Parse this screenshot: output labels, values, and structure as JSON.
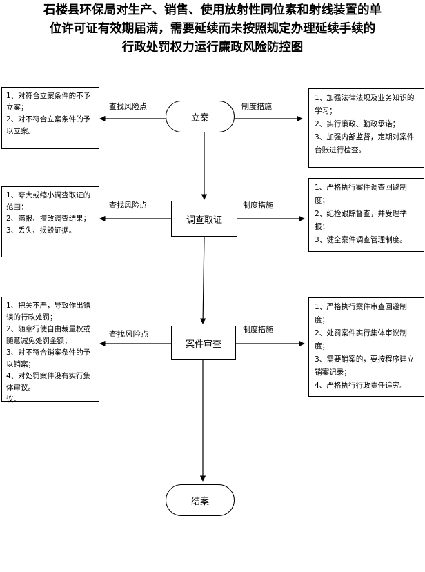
{
  "title": {
    "lines": [
      "石楼县环保局对生产、销售、使用放射性同位素和射线装置的单",
      "位许可证有效期届满，需要延续而未按照规定办理延续手续的",
      "行政处罚权力运行廉政风险防控图"
    ]
  },
  "nodes": {
    "start": "立案",
    "investigate": "调查取证",
    "review": "案件审查",
    "end": "结案"
  },
  "labels": {
    "risk": "查找风险点",
    "measure": "制度措施"
  },
  "risks": {
    "start": [
      "1、对符合立案条件的不予立案；",
      "2、对不符合立案条件的予以立案。"
    ],
    "investigate": [
      "1、夸大或缩小调查取证的范围；",
      "2、瞒报、擅改调查结果；",
      "3、丢失、损毁证据。"
    ],
    "review": [
      "1、把关不严，导致作出错误的行政处罚；",
      "2、随意行使自由裁量权或随意减免处罚金额；",
      "3、对不符合销案条件的予以销案；",
      "4、对处罚案件没有实行集体审议。",
      "议。"
    ]
  },
  "measures": {
    "start": [
      "1、加强法律法规及业务知识的学习；",
      "2、实行廉政、勤政承诺；",
      "3、加强内部监督，定期对案件台账进行检查。"
    ],
    "investigate": [
      "1、严格执行案件调查回避制度；",
      "2、纪检跟踪督查，并受理举报；",
      "3、健全案件调查管理制度。"
    ],
    "review": [
      "1、严格执行案件审查回避制度；",
      "2、处罚案件实行集体审议制度；",
      "3、需要销案的，要按程序建立销案记录；",
      "4、严格执行行政责任追究。"
    ]
  }
}
